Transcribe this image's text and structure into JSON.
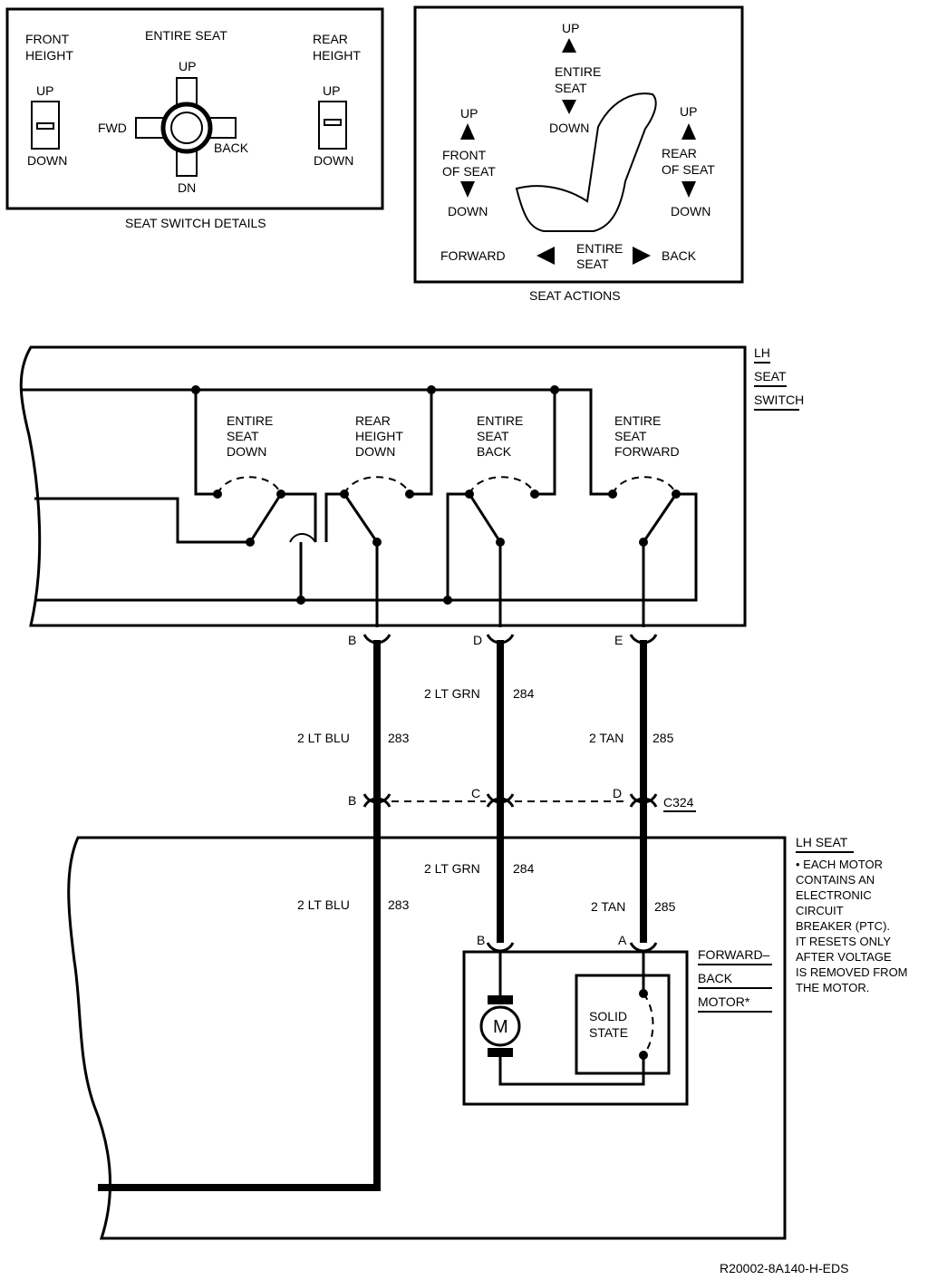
{
  "switch_details": {
    "caption": "SEAT SWITCH DETAILS",
    "front_height": [
      "FRONT",
      "HEIGHT"
    ],
    "entire_seat": "ENTIRE SEAT",
    "rear_height": [
      "REAR",
      "HEIGHT"
    ],
    "up": "UP",
    "down": "DOWN",
    "fwd": "FWD",
    "back": "BACK",
    "dn": "DN"
  },
  "seat_actions": {
    "caption": "SEAT ACTIONS",
    "up": "UP",
    "entire_seat": [
      "ENTIRE",
      "SEAT"
    ],
    "down": "DOWN",
    "front_of_seat": [
      "FRONT",
      "OF SEAT"
    ],
    "rear_of_seat": [
      "REAR",
      "OF SEAT"
    ],
    "forward": "FORWARD",
    "back": "BACK"
  },
  "lh_seat_switch": {
    "title": [
      "LH",
      "SEAT",
      "SWITCH"
    ],
    "contacts": [
      [
        "ENTIRE",
        "SEAT",
        "DOWN"
      ],
      [
        "REAR",
        "HEIGHT",
        "DOWN"
      ],
      [
        "ENTIRE",
        "SEAT",
        "BACK"
      ],
      [
        "ENTIRE",
        "SEAT",
        "FORWARD"
      ]
    ],
    "pins": [
      "B",
      "D",
      "E"
    ]
  },
  "wires": {
    "blu_top": "2 LT BLU",
    "blu_circuit": "283",
    "grn_top": "2 LT GRN",
    "grn_circuit": "284",
    "tan_top": "2 TAN",
    "tan_circuit": "285"
  },
  "connector": {
    "name": "C324",
    "pins": [
      "B",
      "C",
      "D"
    ]
  },
  "lh_seat": {
    "title": "LH SEAT",
    "note": [
      "• EACH MOTOR",
      "CONTAINS AN",
      "ELECTRONIC",
      "CIRCUIT",
      "BREAKER (PTC).",
      "IT RESETS ONLY",
      "AFTER VOLTAGE",
      "IS REMOVED FROM",
      "THE MOTOR."
    ],
    "motor_label": [
      "FORWARD–",
      "BACK",
      "MOTOR*"
    ],
    "motor_symbol": "M",
    "solid_state": [
      "SOLID",
      "STATE"
    ],
    "motor_pins": [
      "B",
      "A"
    ]
  },
  "doc_id": "R20002-8A140-H-EDS"
}
